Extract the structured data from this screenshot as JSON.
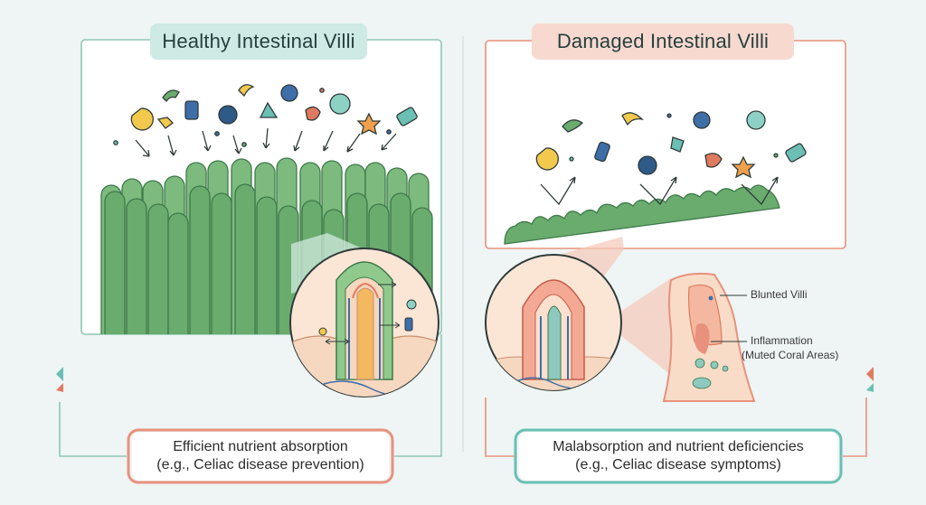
{
  "left_panel": {
    "title": "Healthy Intestinal Villi",
    "caption_line1": "Efficient nutrient absorption",
    "caption_line2": "(e.g., Celiac disease prevention)"
  },
  "right_panel": {
    "title": "Damaged Intestinal Villi",
    "caption_line1": "Malabsorption and nutrient deficiencies",
    "caption_line2": "(e.g., Celiac disease symptoms)",
    "label_blunted": "Blunted Villi",
    "label_inflammation": "Inflammation",
    "label_muted": "(Muted Coral Areas)"
  },
  "colors": {
    "villi_green": "#6aab6e",
    "villi_stroke": "#3e7a49",
    "teal_accent": "#cdeae4",
    "coral_accent": "#f7d9d0",
    "coral_line": "#e8917c",
    "frame_green": "#8fc6b3",
    "tissue_beige": "#f6d7bf"
  },
  "icons": [
    "pacman-nutrient-icon",
    "bean-icon",
    "capsule-icon",
    "gear-cell-icon",
    "triangle-nutrient-icon",
    "apple-icon",
    "vitamin-c-icon",
    "star-nutrient-icon",
    "pill-icon",
    "arrow-icon"
  ]
}
